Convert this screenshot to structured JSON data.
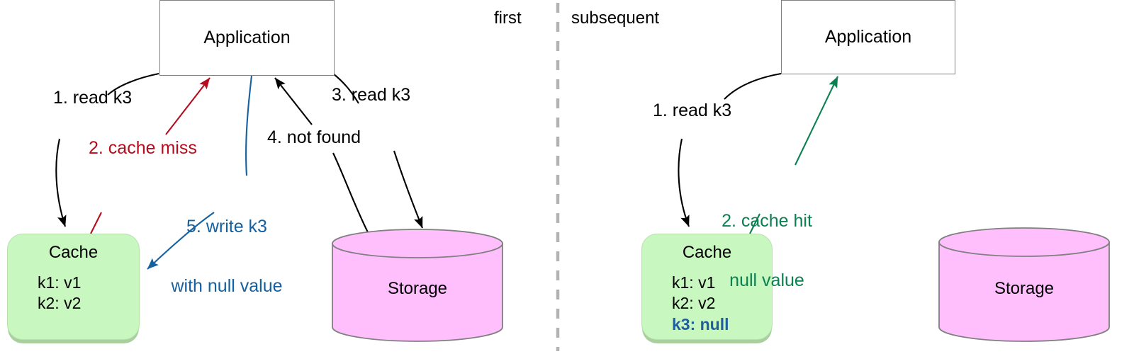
{
  "diagram": {
    "title": "Cache null-value (cache penetration) read path",
    "colors": {
      "cache_fill": "#c9f7c0",
      "cache_shadow": "#a9cf9f",
      "storage_fill": "#ffbffd",
      "storage_stroke": "#808080",
      "app_stroke": "#808080",
      "black": "#000000",
      "red": "#b50d1e",
      "blue": "#1560a0",
      "green": "#0b8050",
      "divider": "#b3b3b3"
    },
    "phases": [
      {
        "id": "first",
        "label": "first"
      },
      {
        "id": "subsequent",
        "label": "subsequent"
      }
    ],
    "left_panel": {
      "nodes": {
        "application": {
          "label": "Application"
        },
        "cache": {
          "title": "Cache",
          "entries": [
            {
              "text": "k1: v1",
              "style": "normal"
            },
            {
              "text": "k2: v2",
              "style": "normal"
            }
          ]
        },
        "storage": {
          "label": "Storage"
        }
      },
      "edges": [
        {
          "id": "read-k3",
          "label": "1. read k3",
          "color": "black",
          "from": "application",
          "to": "cache"
        },
        {
          "id": "cache-miss",
          "label": "2. cache miss",
          "color": "red",
          "from": "cache",
          "to": "application"
        },
        {
          "id": "read-k3-storage",
          "label": "3. read k3",
          "color": "black",
          "from": "application",
          "to": "storage"
        },
        {
          "id": "not-found",
          "label": "4. not found",
          "color": "black",
          "from": "storage",
          "to": "application"
        },
        {
          "id": "write-k3",
          "label": "5. write k3\nwith null value",
          "color": "blue",
          "from": "application",
          "to": "cache"
        }
      ]
    },
    "right_panel": {
      "nodes": {
        "application": {
          "label": "Application"
        },
        "cache": {
          "title": "Cache",
          "entries": [
            {
              "text": "k1: v1",
              "style": "normal"
            },
            {
              "text": "k2: v2",
              "style": "normal"
            },
            {
              "text": "k3: null",
              "style": "null"
            }
          ]
        },
        "storage": {
          "label": "Storage"
        }
      },
      "edges": [
        {
          "id": "read-k3",
          "label": "1. read k3",
          "color": "black",
          "from": "application",
          "to": "cache"
        },
        {
          "id": "cache-hit",
          "label": "2. cache hit\nnull value",
          "color": "green",
          "from": "cache",
          "to": "application"
        }
      ]
    },
    "labels": {
      "left_read_k3": "1. read k3",
      "left_cache_miss": "2. cache miss",
      "left_read_k3_storage": "3. read k3",
      "left_not_found": "4. not found",
      "left_write_k3_line1": "5. write k3",
      "left_write_k3_line2": "with null value",
      "right_read_k3": "1. read k3",
      "right_cache_hit_line1": "2. cache hit",
      "right_cache_hit_line2": "null value"
    }
  }
}
